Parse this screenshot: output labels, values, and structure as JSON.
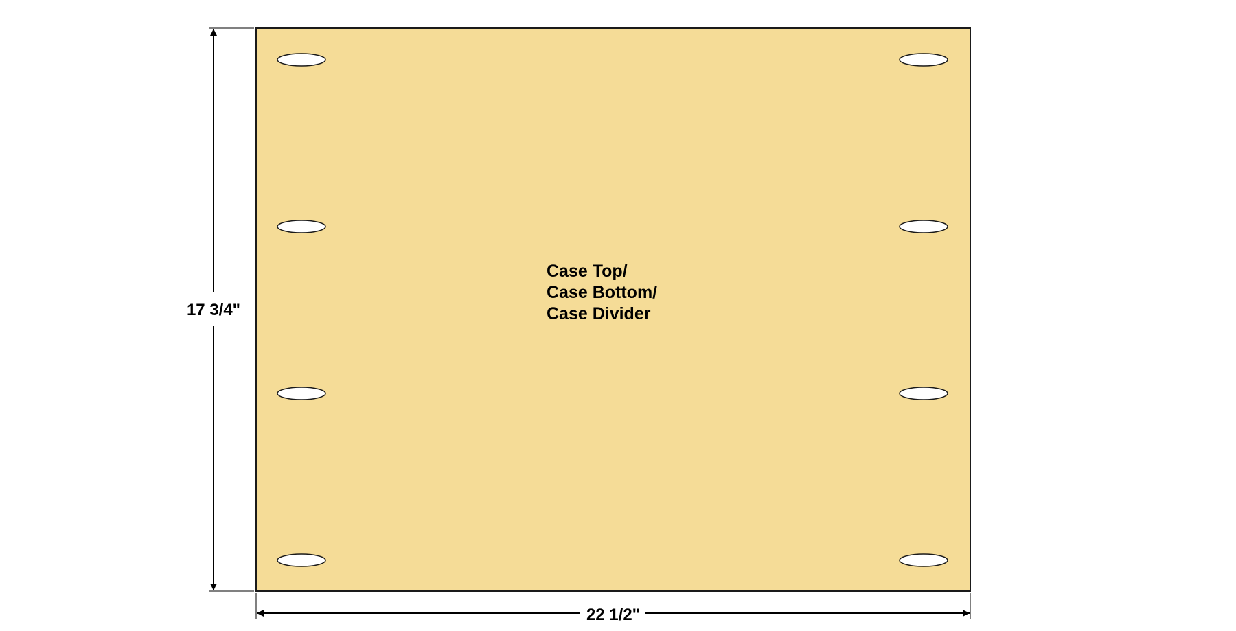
{
  "board": {
    "fill_color": "#F5DC97",
    "outline_color": "#1a1a1a",
    "hole_fill": "#ffffff",
    "label_lines": [
      "Case Top/",
      "Case Bottom/",
      "Case Divider"
    ]
  },
  "dimensions": {
    "height_label": "17 3/4\"",
    "width_label": "22 1/2\""
  },
  "pocket_holes": {
    "rows_per_side": 4,
    "sides": [
      "left",
      "right"
    ]
  }
}
